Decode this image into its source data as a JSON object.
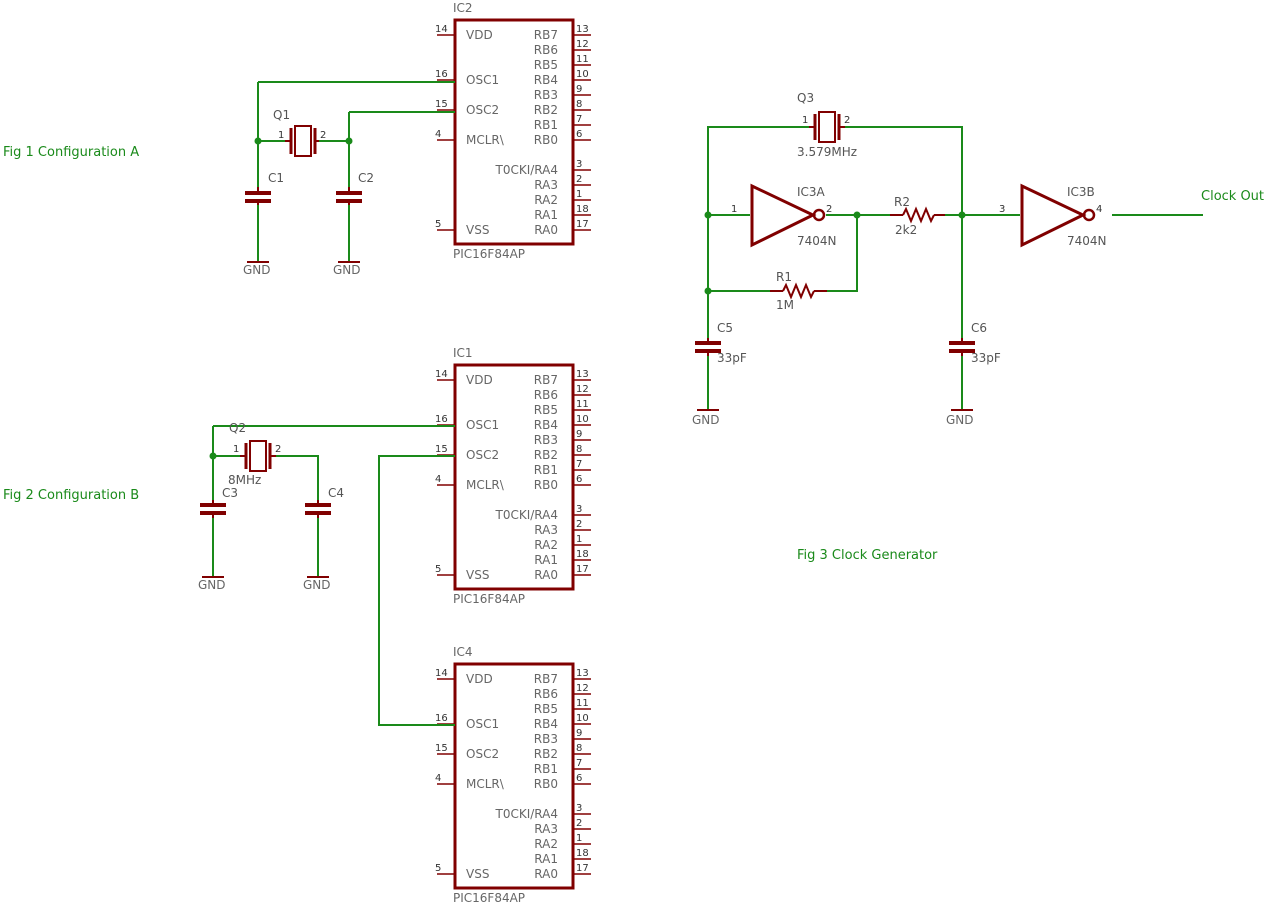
{
  "chip_pins": {
    "left": [
      {
        "num": "14",
        "name": "VDD"
      },
      {
        "num": "16",
        "name": "OSC1"
      },
      {
        "num": "15",
        "name": "OSC2"
      },
      {
        "num": "4",
        "name": "MCLR\\"
      },
      {
        "num": "5",
        "name": "VSS"
      }
    ],
    "right": [
      {
        "num": "13",
        "name": "RB7"
      },
      {
        "num": "12",
        "name": "RB6"
      },
      {
        "num": "11",
        "name": "RB5"
      },
      {
        "num": "10",
        "name": "RB4"
      },
      {
        "num": "9",
        "name": "RB3"
      },
      {
        "num": "8",
        "name": "RB2"
      },
      {
        "num": "7",
        "name": "RB1"
      },
      {
        "num": "6",
        "name": "RB0"
      },
      {
        "num": "3",
        "name": "T0CKI/RA4"
      },
      {
        "num": "2",
        "name": "RA3"
      },
      {
        "num": "1",
        "name": "RA2"
      },
      {
        "num": "18",
        "name": "RA1"
      },
      {
        "num": "17",
        "name": "RA0"
      }
    ]
  },
  "chips": [
    {
      "name": "IC2",
      "value": "PIC16F84AP"
    },
    {
      "name": "IC1",
      "value": "PIC16F84AP"
    },
    {
      "name": "IC4",
      "value": "PIC16F84AP"
    }
  ],
  "labels": {
    "fig1": "Fig 1 Configuration A",
    "fig2": "Fig 2 Configuration B",
    "fig3": "Fig 3 Clock Generator",
    "clock_out": "Clock Out"
  },
  "parts": {
    "q1": {
      "name": "Q1",
      "pin1": "1",
      "pin2": "2"
    },
    "c1": {
      "name": "C1"
    },
    "c2": {
      "name": "C2"
    },
    "q2": {
      "name": "Q2",
      "value": "8MHz",
      "pin1": "1",
      "pin2": "2"
    },
    "c3": {
      "name": "C3"
    },
    "c4": {
      "name": "C4"
    },
    "q3": {
      "name": "Q3",
      "value": "3.579MHz",
      "pin1": "1",
      "pin2": "2"
    },
    "ic3a": {
      "name": "IC3A",
      "value": "7404N",
      "pin_in": "1",
      "pin_out": "2"
    },
    "ic3b": {
      "name": "IC3B",
      "value": "7404N",
      "pin_in": "3",
      "pin_out": "4"
    },
    "r1": {
      "name": "R1",
      "value": "1M"
    },
    "r2": {
      "name": "R2",
      "value": "2k2"
    },
    "c5": {
      "name": "C5",
      "value": "33pF"
    },
    "c6": {
      "name": "C6",
      "value": "33pF"
    },
    "gnd": "GND"
  },
  "colors": {
    "wire": "#1a8a1a",
    "part": "#800000",
    "text": "#666666"
  }
}
